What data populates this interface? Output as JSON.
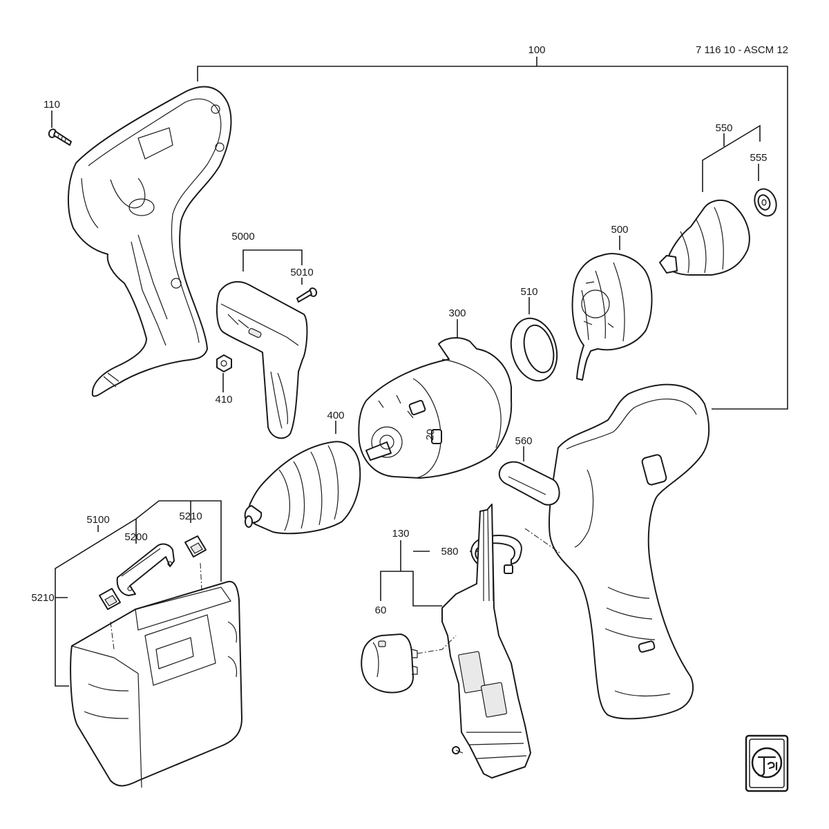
{
  "document_id": "7 116 10 - ASCM 12",
  "logo_text": "Fein",
  "parts": [
    {
      "id": "100"
    },
    {
      "id": "110"
    },
    {
      "id": "130"
    },
    {
      "id": "300"
    },
    {
      "id": "400"
    },
    {
      "id": "410"
    },
    {
      "id": "500"
    },
    {
      "id": "510"
    },
    {
      "id": "550"
    },
    {
      "id": "555"
    },
    {
      "id": "560"
    },
    {
      "id": "580"
    },
    {
      "id": "60"
    },
    {
      "id": "5000"
    },
    {
      "id": "5010"
    },
    {
      "id": "5100"
    },
    {
      "id": "5200"
    },
    {
      "id": "5210"
    },
    {
      "id": "5210"
    }
  ]
}
